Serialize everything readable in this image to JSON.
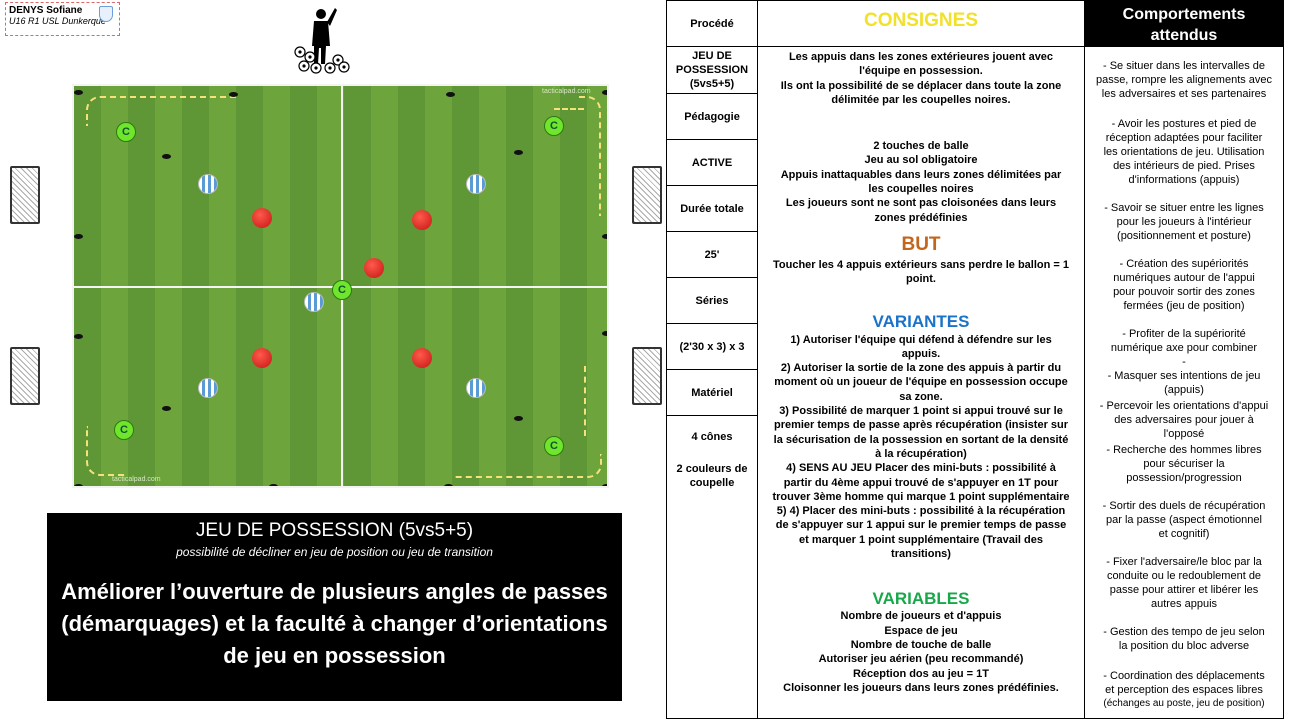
{
  "author": {
    "name": "DENYS Sofiane",
    "club": "U16 R1 USL Dunkerque"
  },
  "field": {
    "watermark_top": "tacticalpad.com",
    "watermark_bottom": "tacticalpad.com"
  },
  "banner": {
    "title": "JEU DE POSSESSION (5vs5+5)",
    "subtitle": "possibilité de décliner en jeu de position ou jeu de transition",
    "objective_lines": [
      "Améliorer l’ouverture de plusieurs angles de passes",
      "(démarquages) et la faculté à changer d’orientations",
      "de jeu en possession"
    ]
  },
  "procede": {
    "header": "Procédé",
    "name_lines": [
      "JEU DE",
      "POSSESSION",
      "(5vs5+5)"
    ],
    "pedagogie_label": "Pédagogie",
    "pedagogie_value": "ACTIVE",
    "duree_label": "Durée totale",
    "duree_value": "25'",
    "series_label": "Séries",
    "series_value": "(2'30 x 3) x 3",
    "materiel_label": "Matériel",
    "materiel_items": [
      "4 cônes",
      "2 couleurs de coupelle"
    ]
  },
  "consignes": {
    "title": "CONSIGNES",
    "intro": [
      "Les appuis dans les zones extérieures jouent avec",
      "l'équipe en possession.",
      "Ils ont la possibilité de se déplacer dans toute la zone",
      "délimitée par les coupelles noires."
    ],
    "rules": [
      "2 touches de balle",
      "Jeu au sol obligatoire",
      "Appuis inattaquables dans leurs zones délimitées par",
      "les coupelles noires",
      "Les joueurs sont ne sont pas cloisonées dans leurs",
      "zones prédéfinies"
    ],
    "but_title": "BUT",
    "but_lines": [
      "Toucher les 4 appuis extérieurs sans perdre le ballon = 1",
      "point."
    ],
    "variantes_title": "VARIANTES",
    "variantes_lines": [
      "1) Autoriser l'équipe qui défend à défendre sur les",
      "appuis.",
      "2) Autoriser la sortie de la zone des appuis à partir du",
      "moment où un joueur de l'équipe en possession occupe",
      "sa zone.",
      "3) Possibilité de marquer 1 point si appui trouvé sur le",
      "premier temps de passe après récupération (insister sur",
      "la sécurisation de la possession en sortant de la densité",
      "à la récupération)",
      "4) SENS AU JEU Placer des mini-buts : possibilité à",
      "partir du 4ème appui trouvé de s'appuyer en 1T pour",
      "trouver 3ème homme qui marque 1 point supplémentaire",
      "5) 4) Placer des mini-buts : possibilité à la récupération",
      "de s'appuyer sur 1 appui sur le premier temps de passe",
      "et marquer 1 point supplémentaire (Travail des",
      "transitions)"
    ],
    "variables_title": "VARIABLES",
    "variables_lines": [
      "Nombre de joueurs et d'appuis",
      "Espace de jeu",
      "Nombre de touche de balle",
      "Autoriser jeu aérien (peu recommandé)",
      "Réception dos au jeu = 1T",
      "Cloisonner les joueurs dans leurs zones prédéfinies."
    ]
  },
  "comportements": {
    "title_lines": [
      "Comportements",
      "attendus"
    ],
    "items": [
      [
        "- Se situer dans les intervalles de",
        "passe, rompre les alignements avec",
        "les adversaires et ses partenaires"
      ],
      [
        "-   Avoir les postures et pied de",
        "réception adaptées pour faciliter",
        "les orientations de jeu. Utilisation",
        "des intérieurs de pied. Prises",
        "d'informations (appuis)"
      ],
      [
        "-   Savoir se situer entre les lignes",
        "pour les joueurs à l'intérieur",
        "(positionnement et posture)"
      ],
      [
        "-   Création des supériorités",
        "numériques autour de l'appui",
        "pour pouvoir sortir des zones",
        "fermées (jeu de position)"
      ],
      [
        "-   Profiter de la supériorité",
        "numérique axe pour combiner",
        "-"
      ],
      [
        "-   Masquer ses intentions de jeu",
        "(appuis)"
      ],
      [
        "-   Percevoir les orientations d'appui",
        "des adversaires pour jouer à",
        "l'opposé"
      ],
      [
        "-   Recherche des hommes libres",
        "pour sécuriser la",
        "possession/progression"
      ],
      [
        "-   Sortir des duels de récupération",
        "par la passe (aspect émotionnel",
        "et cognitif)"
      ],
      [
        "-   Fixer l'adversaire/le bloc par la",
        "conduite ou le redoublement de",
        "passe pour attirer et libérer les",
        "autres appuis"
      ],
      [
        "-   Gestion des tempo de jeu selon",
        "la position du bloc adverse"
      ],
      [
        "-   Coordination des déplacements",
        "et perception des espaces libres",
        "(échanges au poste, jeu de position)"
      ]
    ]
  },
  "colors": {
    "pitch_dark": "#5f9636",
    "pitch_light": "#6da43c",
    "consignes": "#f2e12a",
    "but": "#c4651b",
    "variantes": "#1a73c9",
    "variables": "#18a84a"
  }
}
